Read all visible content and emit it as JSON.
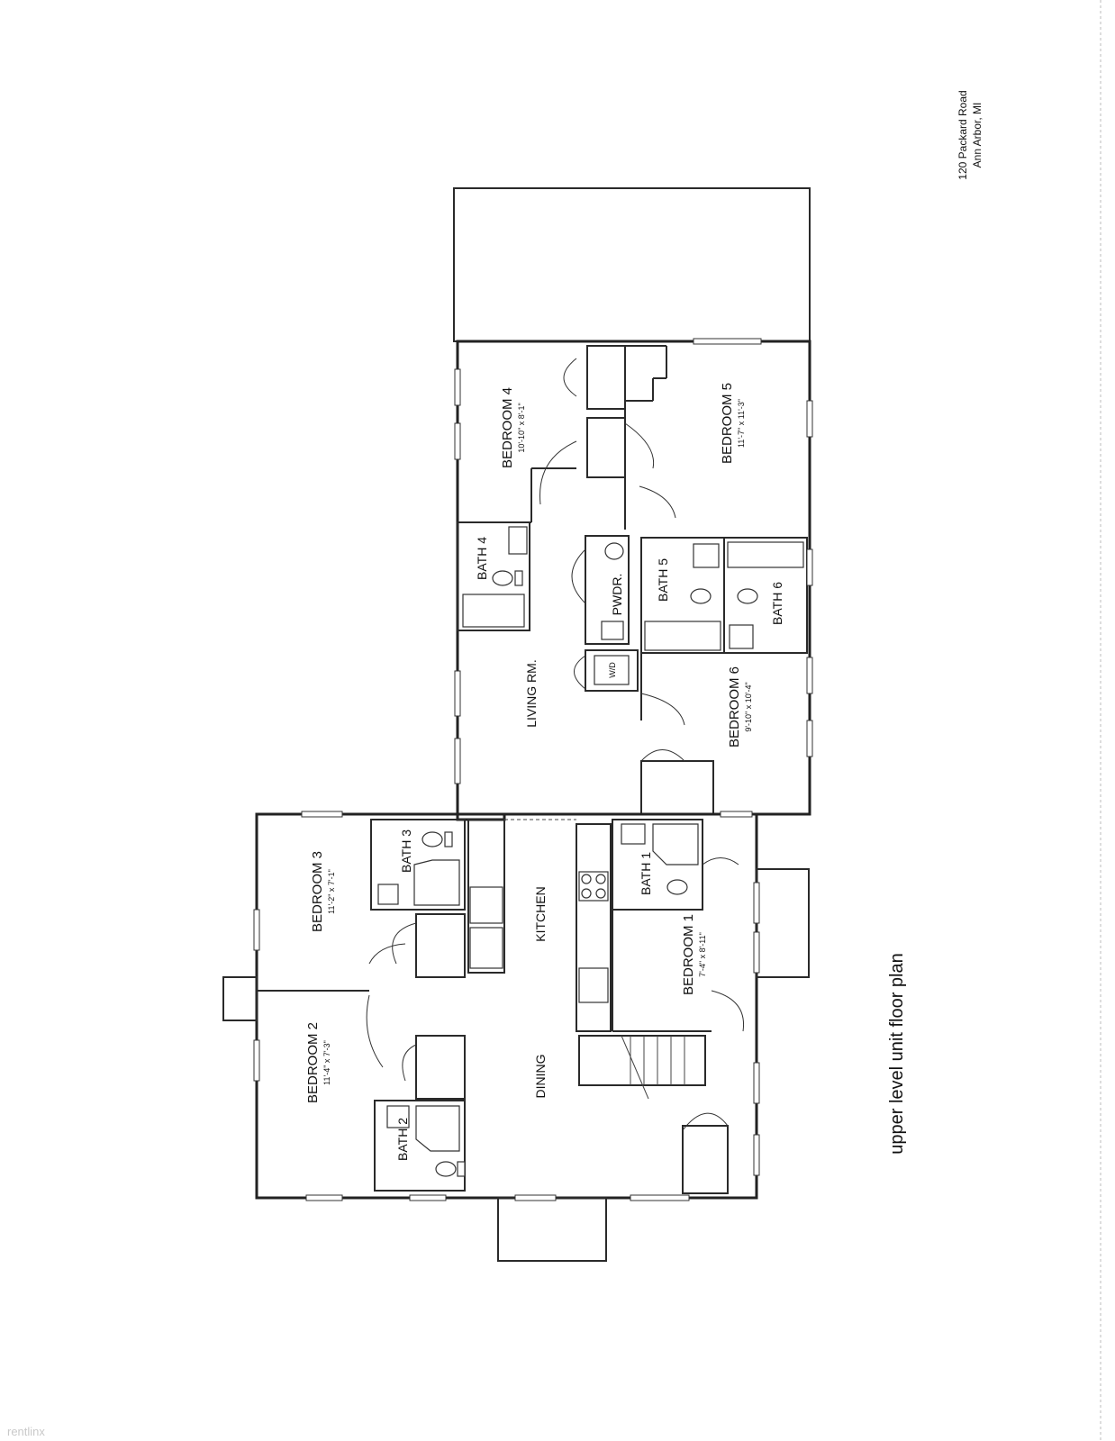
{
  "address": {
    "line1": "120 Packard Road",
    "line2": "Ann Arbor, MI"
  },
  "caption": "upper level unit floor plan",
  "watermark": "rentlinx",
  "rooms": {
    "bedroom1": {
      "name": "BEDROOM 1",
      "dims": "7'-4\" x 8'-11\""
    },
    "bedroom2": {
      "name": "BEDROOM 2",
      "dims": "11'-4\" x 7'-3\""
    },
    "bedroom3": {
      "name": "BEDROOM 3",
      "dims": "11'-2\" x 7'-1\""
    },
    "bedroom4": {
      "name": "BEDROOM 4",
      "dims": "10'-10\" x 8'-1\""
    },
    "bedroom5": {
      "name": "BEDROOM 5",
      "dims": "11'-7\" x 11'-3\""
    },
    "bedroom6": {
      "name": "BEDROOM 6",
      "dims": "9'-10\" x 10'-4\""
    },
    "bath1": "BATH 1",
    "bath2": "BATH 2",
    "bath3": "BATH 3",
    "bath4": "BATH 4",
    "bath5": "BATH 5",
    "bath6": "BATH 6",
    "powder": "PWDR.",
    "laundry": "W/D",
    "living": "LIVING RM.",
    "kitchen": "KITCHEN",
    "dining": "DINING"
  }
}
